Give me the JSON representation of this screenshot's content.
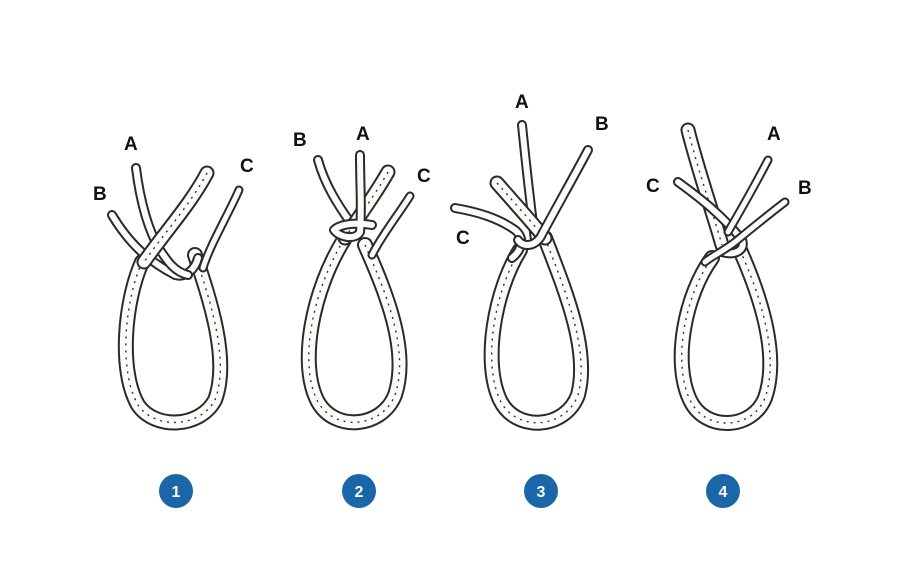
{
  "steps": [
    {
      "number": "1",
      "labels": {
        "a": "A",
        "b": "B",
        "c": "C"
      }
    },
    {
      "number": "2",
      "labels": {
        "a": "A",
        "b": "B",
        "c": "C"
      }
    },
    {
      "number": "3",
      "labels": {
        "a": "A",
        "b": "B",
        "c": "C"
      }
    },
    {
      "number": "4",
      "labels": {
        "a": "A",
        "b": "B",
        "c": "C"
      }
    }
  ],
  "colors": {
    "badge": "#1a66a8",
    "rope_outline": "#2a2a2a",
    "rope_fill": "#fbfbf8",
    "background": "#ffffff"
  }
}
